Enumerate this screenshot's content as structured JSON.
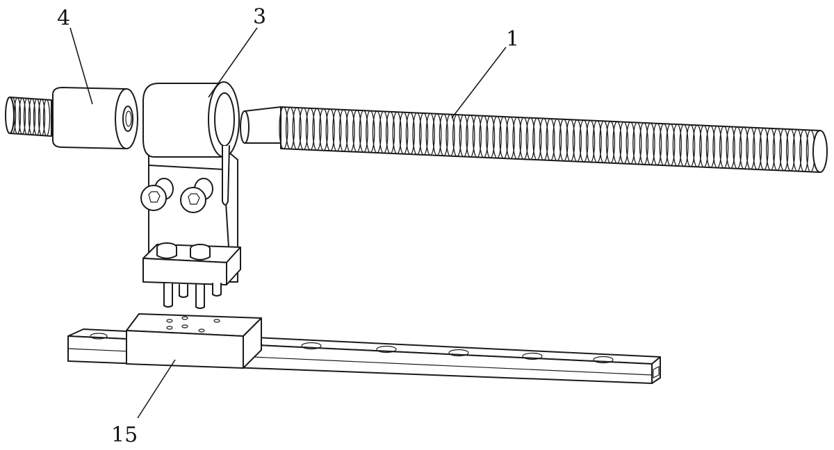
{
  "callouts": {
    "part_1": "1",
    "part_3": "3",
    "part_4": "4",
    "part_15": "15"
  },
  "colors": {
    "line": "#1a1a1a",
    "background": "#ffffff"
  }
}
